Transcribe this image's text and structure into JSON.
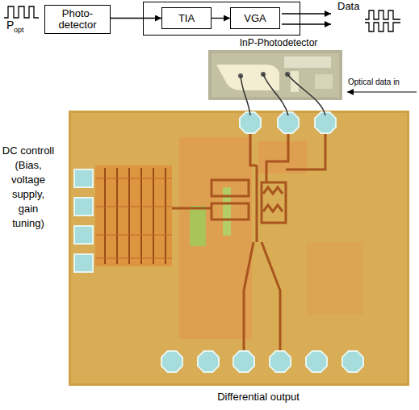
{
  "diagram": {
    "nodes": [
      {
        "text": [
          "Photo- detector"
        ]
      },
      {
        "text": []
      },
      {
        "text": [
          "TIA"
        ],
        "in": 1
      },
      {
        "text": [
          "VGA"
        ],
        "in": 1
      }
    ],
    "edges": [
      {
        "from": 0,
        "to": 2,
        "arrow": "to"
      },
      {
        "from": 2,
        "to": 3,
        "arrow": "to"
      }
    ],
    "labels": [
      "P",
      "opt",
      "Data",
      "InP-Photodetector",
      "Optical data in",
      "DC controll (Bias, voltage supply, gain tuning)",
      "Differential output"
    ]
  }
}
